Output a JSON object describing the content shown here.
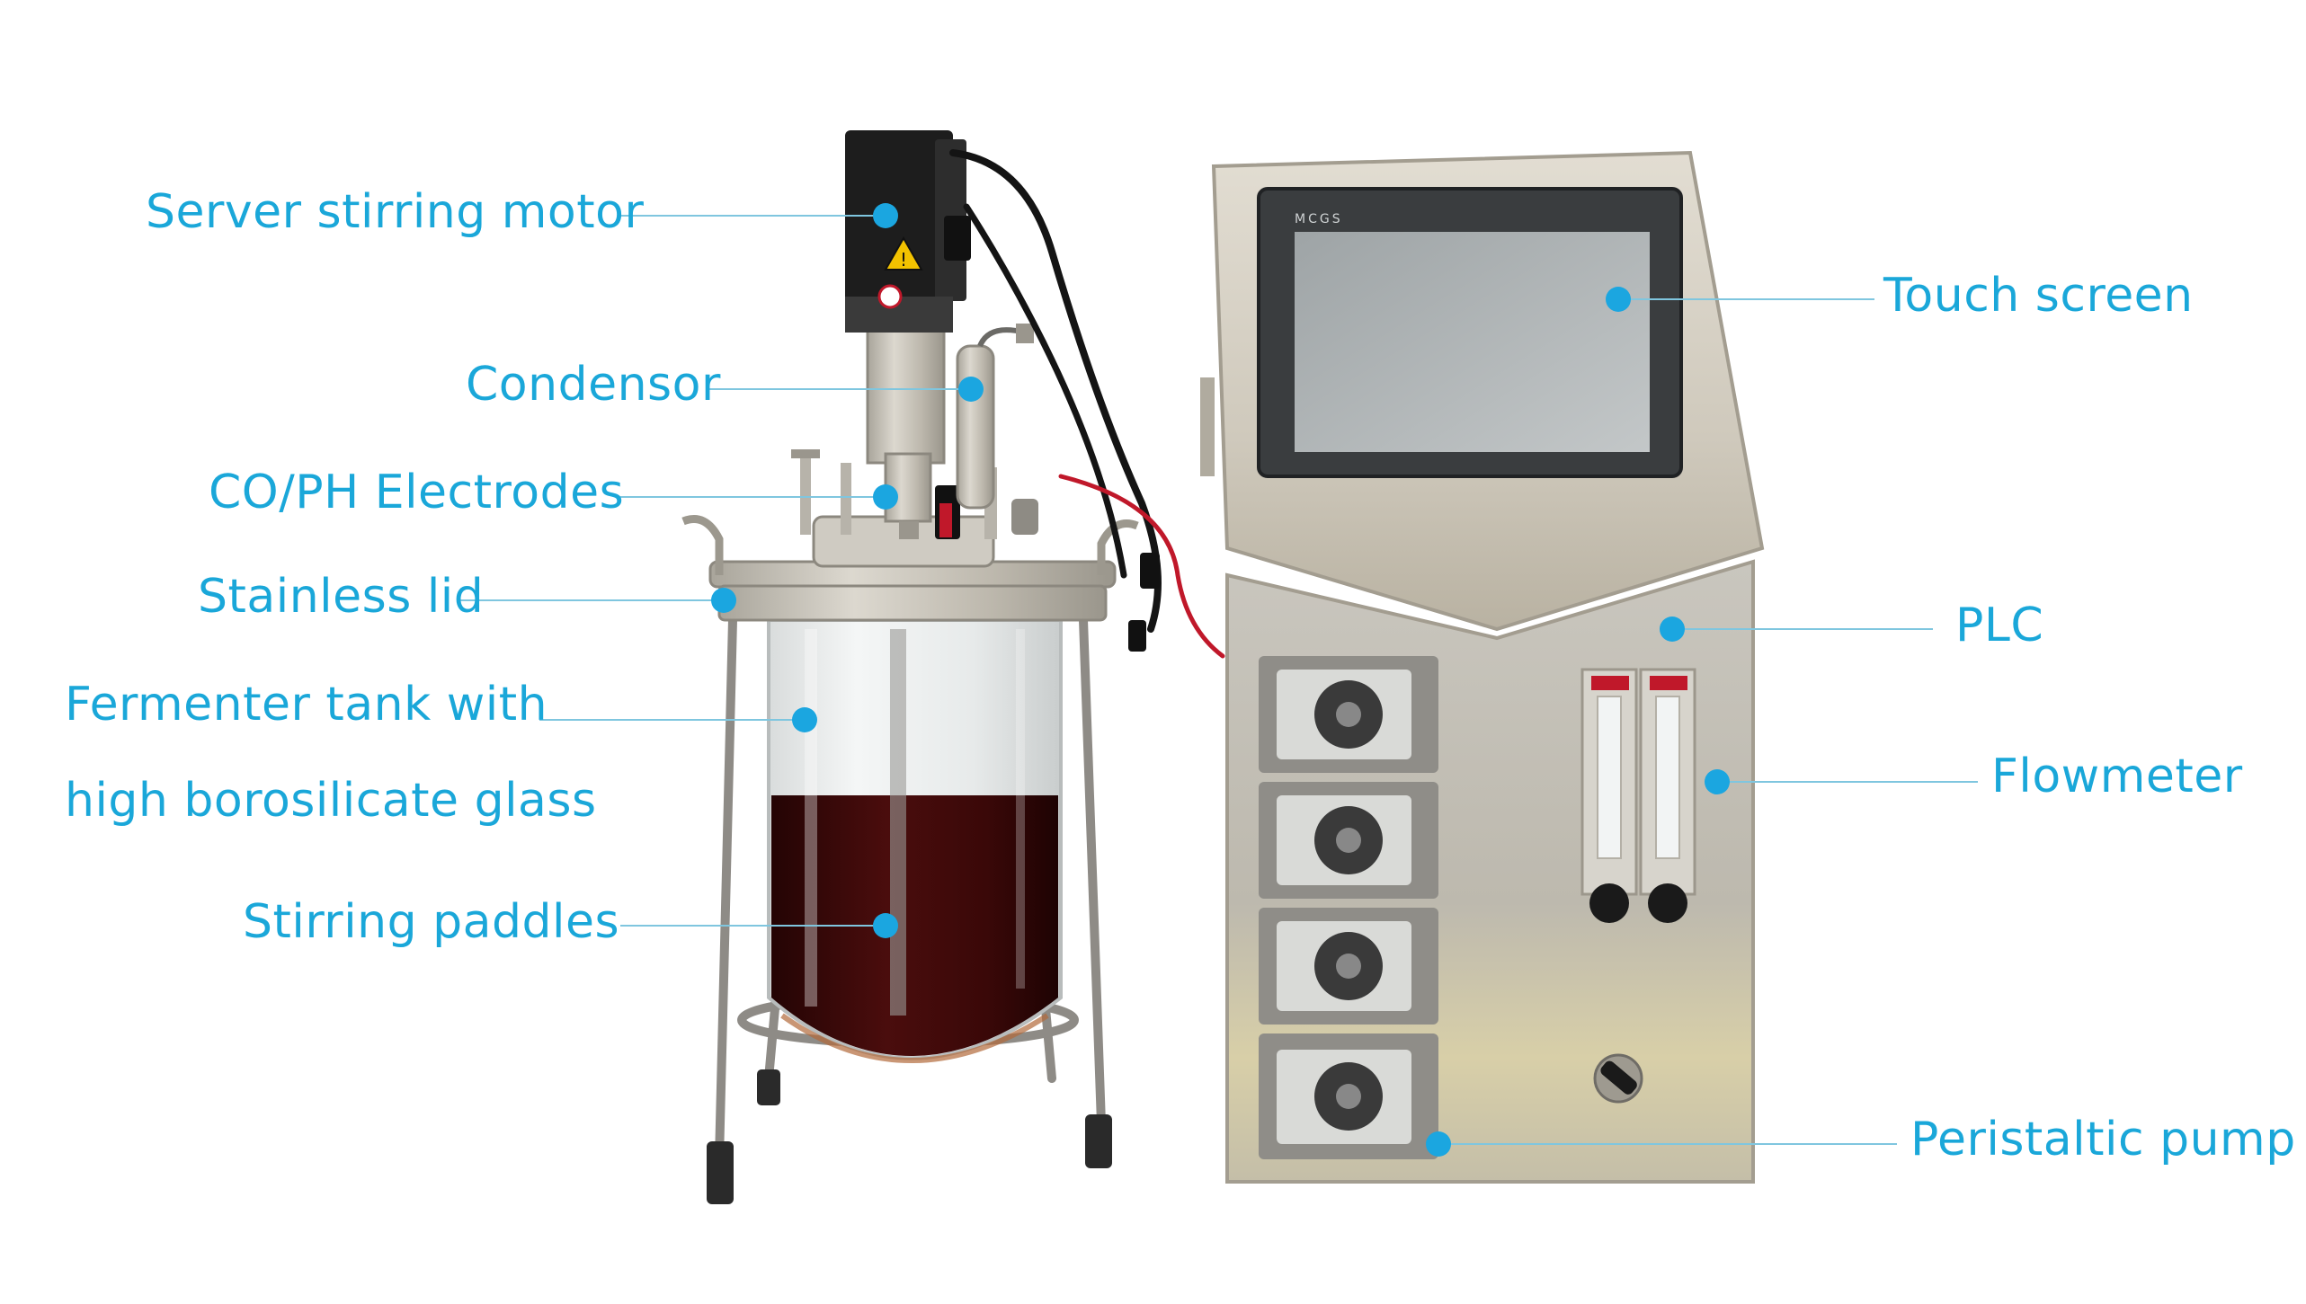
{
  "labels": {
    "motor": "Server stirring motor",
    "condensor": "Condensor",
    "electrodes": "CO/PH Electrodes",
    "lid": "Stainless lid",
    "tank_line1": "Fermenter tank with",
    "tank_line2": "high borosilicate glass",
    "paddles": "Stirring paddles",
    "touch_screen": "Touch screen",
    "plc": "PLC",
    "flowmeter": "Flowmeter",
    "pump": "Peristaltic pump"
  },
  "screen_brand": "MCGS",
  "colors": {
    "label": "#1aa7d9",
    "dot": "#1ba6e0",
    "leader": "#7fc6df",
    "steel": "#c9c4b8",
    "broth": "#3a0a0a",
    "motor": "#1d1d1d"
  },
  "icons": {
    "callout_marker": "dot",
    "warning_sticker": "warning-triangle-icon"
  }
}
